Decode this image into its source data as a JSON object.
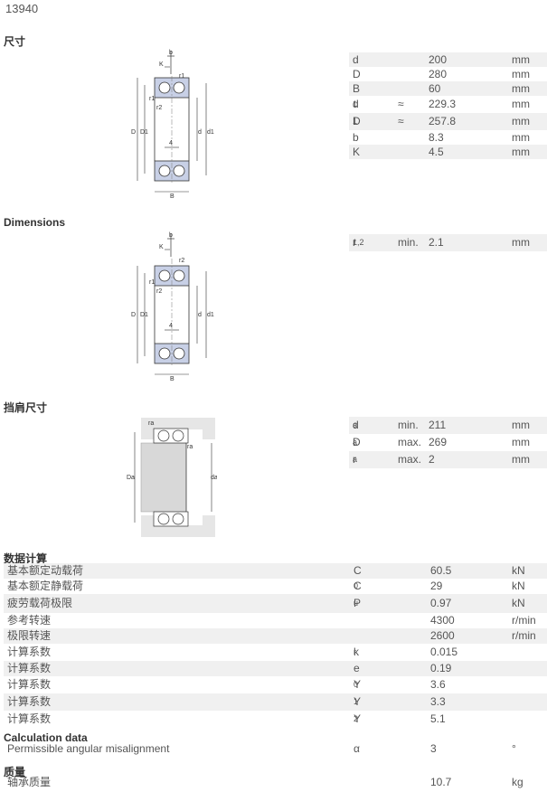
{
  "title": "13940",
  "sections": {
    "dimensions_cn": "尺寸",
    "dimensions_en": "Dimensions",
    "abutment_cn": "挡肩尺寸",
    "calc_cn": "数据计算",
    "calc_en": "Calculation data",
    "mass_cn": "质量"
  },
  "drawing_labels": {
    "b": "b",
    "K": "K",
    "r1": "r1",
    "r2": "r2",
    "D": "D",
    "D1": "D1",
    "d": "d",
    "d1": "d1",
    "B": "B",
    "four": "4",
    "ra": "ra",
    "Da": "Da",
    "da": "da"
  },
  "dimensions": [
    {
      "sym": "d",
      "sub": "",
      "q": "",
      "val": "200",
      "unit": "mm"
    },
    {
      "sym": "D",
      "sub": "",
      "q": "",
      "val": "280",
      "unit": "mm"
    },
    {
      "sym": "B",
      "sub": "",
      "q": "",
      "val": "60",
      "unit": "mm"
    },
    {
      "sym": "d",
      "sub": "1",
      "q": "≈",
      "val": "229.3",
      "unit": "mm"
    },
    {
      "sym": "D",
      "sub": "1",
      "q": "≈",
      "val": "257.8",
      "unit": "mm"
    },
    {
      "sym": "b",
      "sub": "",
      "q": "",
      "val": "8.3",
      "unit": "mm"
    },
    {
      "sym": "K",
      "sub": "",
      "q": "",
      "val": "4.5",
      "unit": "mm"
    }
  ],
  "dimensions2": [
    {
      "sym": "r",
      "sub": "1,2",
      "q": "min.",
      "val": "2.1",
      "unit": "mm"
    }
  ],
  "abutment": [
    {
      "sym": "d",
      "sub": "a",
      "q": "min.",
      "val": "211",
      "unit": "mm"
    },
    {
      "sym": "D",
      "sub": "a",
      "q": "max.",
      "val": "269",
      "unit": "mm"
    },
    {
      "sym": "r",
      "sub": "a",
      "q": "max.",
      "val": "2",
      "unit": "mm"
    }
  ],
  "calc": [
    {
      "label": "基本额定动载荷",
      "sym": "C",
      "sub": "",
      "val": "60.5",
      "unit": "kN"
    },
    {
      "label": "基本额定静载荷",
      "sym": "C",
      "sub": "0",
      "val": "29",
      "unit": "kN"
    },
    {
      "label": "疲劳载荷极限",
      "sym": "P",
      "sub": "u",
      "val": "0.97",
      "unit": "kN"
    },
    {
      "label": "参考转速",
      "sym": "",
      "sub": "",
      "val": "4300",
      "unit": "r/min"
    },
    {
      "label": "极限转速",
      "sym": "",
      "sub": "",
      "val": "2600",
      "unit": "r/min"
    },
    {
      "label": "计算系数",
      "sym": "k",
      "sub": "r",
      "val": "0.015",
      "unit": ""
    },
    {
      "label": "计算系数",
      "sym": "e",
      "sub": "",
      "val": "0.19",
      "unit": ""
    },
    {
      "label": "计算系数",
      "sym": "Y",
      "sub": "0",
      "val": "3.6",
      "unit": ""
    },
    {
      "label": "计算系数",
      "sym": "Y",
      "sub": "1",
      "val": "3.3",
      "unit": ""
    },
    {
      "label": "计算系数",
      "sym": "Y",
      "sub": "2",
      "val": "5.1",
      "unit": ""
    }
  ],
  "misalign": {
    "label": "Permissible angular misalignment",
    "sym": "α",
    "val": "3",
    "unit": "°"
  },
  "mass": {
    "label": "轴承质量",
    "val": "10.7",
    "unit": "kg"
  }
}
